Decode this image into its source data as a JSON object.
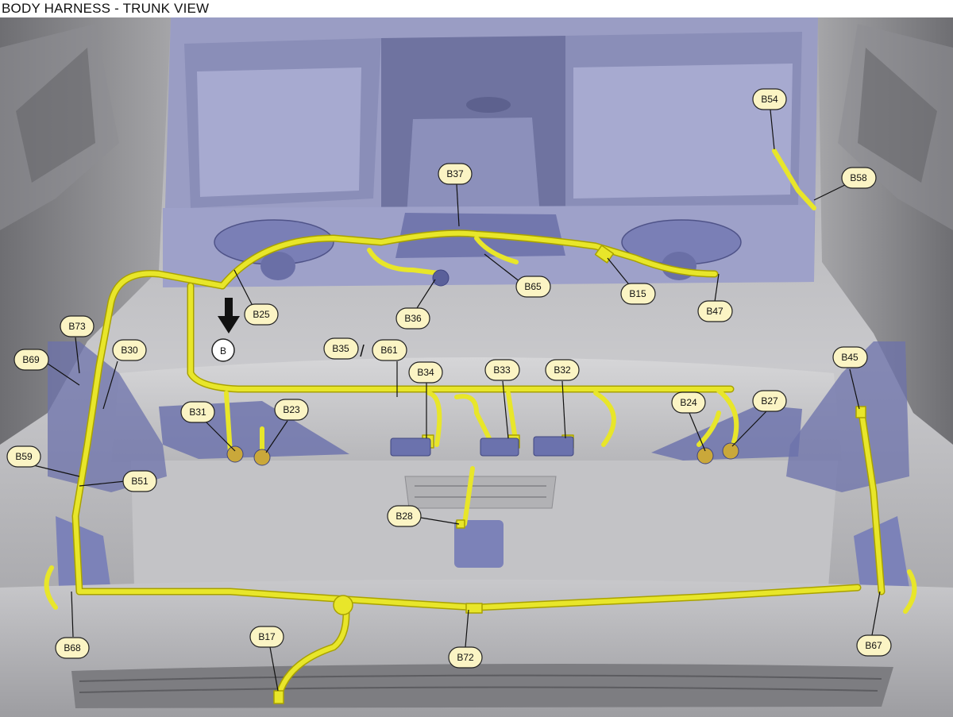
{
  "title": "BODY HARNESS - TRUNK VIEW",
  "colors": {
    "harness": "#e8e62a",
    "harness_edge": "#a9a200",
    "component_blue": "#7f86bf",
    "body_gray": "#b9b9bd",
    "callout_fill": "#fbf4c4"
  },
  "view_marker": {
    "label": "B",
    "separator": "/"
  },
  "connectors": [
    "B54",
    "B58",
    "B37",
    "B65",
    "B15",
    "B47",
    "B25",
    "B36",
    "B73",
    "B30",
    "B69",
    "B35",
    "B61",
    "B34",
    "B33",
    "B32",
    "B24",
    "B27",
    "B45",
    "B31",
    "B23",
    "B59",
    "B51",
    "B28",
    "B68",
    "B17",
    "B72",
    "B67"
  ]
}
